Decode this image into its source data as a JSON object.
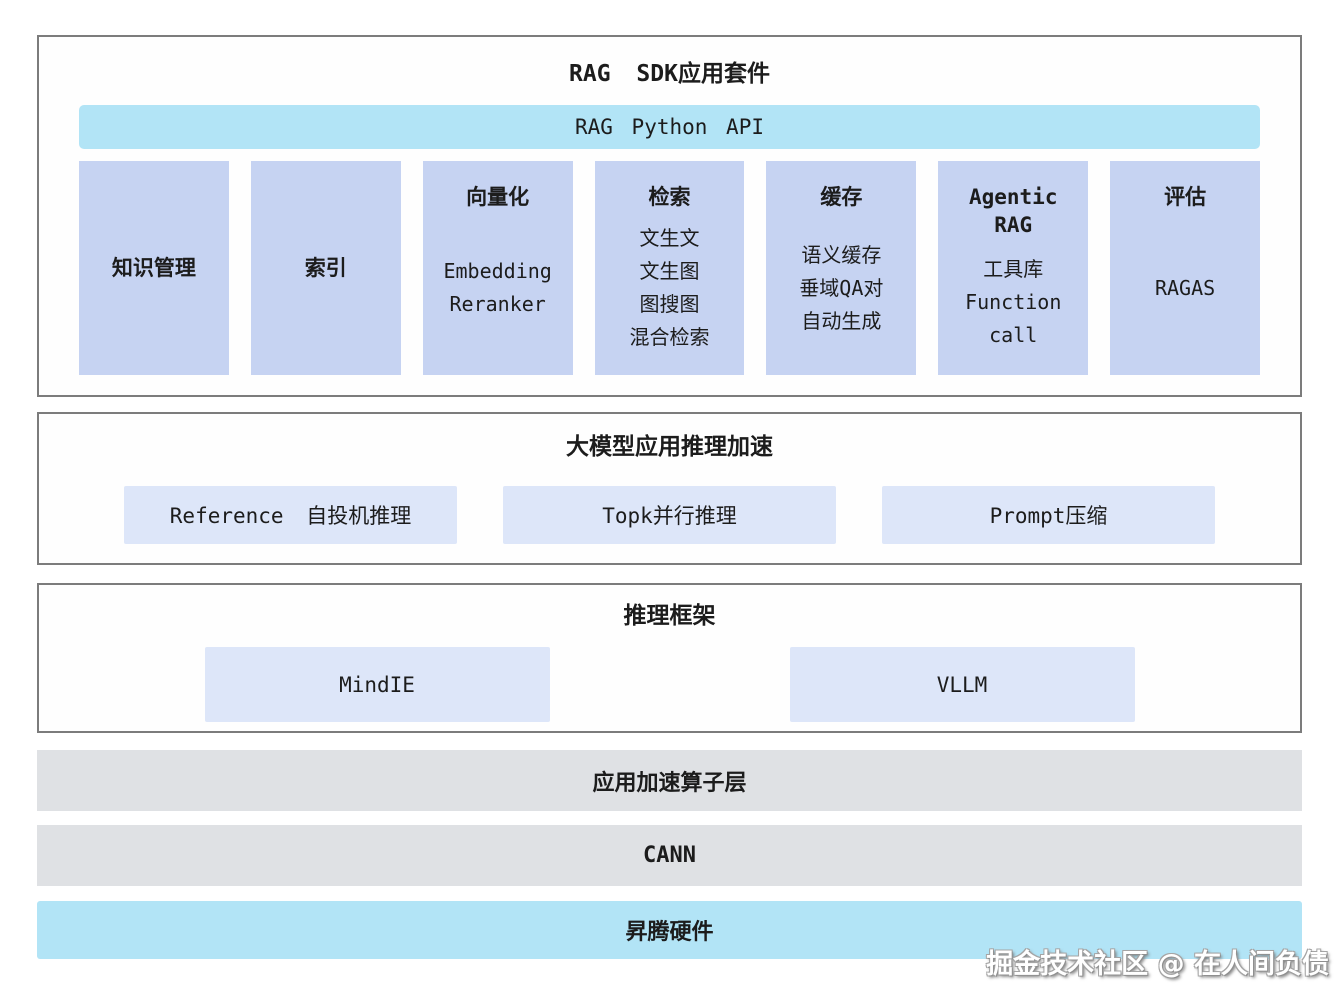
{
  "colors": {
    "api_bar_blue": "#b2e4f6",
    "column_lavender": "#c6d3f2",
    "item_lavender": "#dde6f9",
    "layer_gray": "#dfe1e4",
    "hardware_blue": "#b2e4f6",
    "panel_border": "#7c7c7c",
    "text": "#1c1c1c"
  },
  "sdk": {
    "title": "RAG SDK应用套件",
    "api_label": "RAG Python API",
    "columns": [
      {
        "title": "知识管理",
        "body": []
      },
      {
        "title": "索引",
        "body": []
      },
      {
        "title": "向量化",
        "body": [
          "Embedding",
          "Reranker"
        ]
      },
      {
        "title": "检索",
        "body": [
          "文生文",
          "文生图",
          "图搜图",
          "混合检索"
        ]
      },
      {
        "title": "缓存",
        "body": [
          "语义缓存",
          "垂域QA对",
          "自动生成"
        ]
      },
      {
        "title": "Agentic RAG",
        "body": [
          "工具库",
          "Function call"
        ]
      },
      {
        "title": "评估",
        "body": [
          "RAGAS"
        ]
      }
    ]
  },
  "acceleration": {
    "title": "大模型应用推理加速",
    "items": [
      "Reference 自投机推理",
      "Topk并行推理",
      "Prompt压缩"
    ]
  },
  "inference": {
    "title": "推理框架",
    "items": [
      "MindIE",
      "VLLM"
    ]
  },
  "layers": {
    "operator": "应用加速算子层",
    "cann": "CANN",
    "hardware": "昇腾硬件"
  },
  "watermark": "掘金技术社区 @ 在人间负债"
}
